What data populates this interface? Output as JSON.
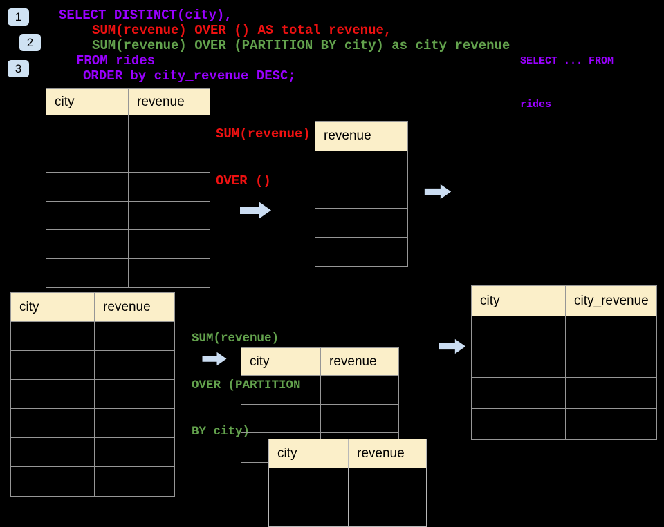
{
  "colors": {
    "background": "#000000",
    "sql_purple": "#9900FF",
    "sql_red": "#EE1111",
    "sql_green": "#63A24D",
    "table_header_bg": "#FBEFC9",
    "table_border": "#969696",
    "arrow_blue": "#CBDDF2",
    "badge_blue": "#CFE2F3"
  },
  "steps": {
    "one": "1",
    "two": "2",
    "three": "3"
  },
  "sql": {
    "line1": "SELECT DISTINCT(city),",
    "line2": "SUM(revenue) OVER () AS total_revenue,",
    "line3": "SUM(revenue) OVER (PARTITION BY city) as city_revenue",
    "line4": "FROM rides",
    "line5": "ORDER by city_revenue DESC;",
    "side_note_line1": "SELECT ... FROM",
    "side_note_line2": "rides"
  },
  "annotations": {
    "total": {
      "line1": "SUM(revenue)",
      "line2": "OVER ()"
    },
    "partition": {
      "line1": "SUM(revenue)",
      "line2": "OVER (PARTITION",
      "line3": "BY city)"
    }
  },
  "tables": {
    "source_top": {
      "col1": "city",
      "col2": "revenue"
    },
    "total_result": {
      "col1": "revenue"
    },
    "source_bottom": {
      "col1": "city",
      "col2": "revenue"
    },
    "partition_front": {
      "col1": "city",
      "col2": "revenue"
    },
    "partition_back": {
      "col1": "city",
      "col2": "revenue"
    },
    "final_result": {
      "col1": "city",
      "col2": "city_revenue"
    }
  }
}
